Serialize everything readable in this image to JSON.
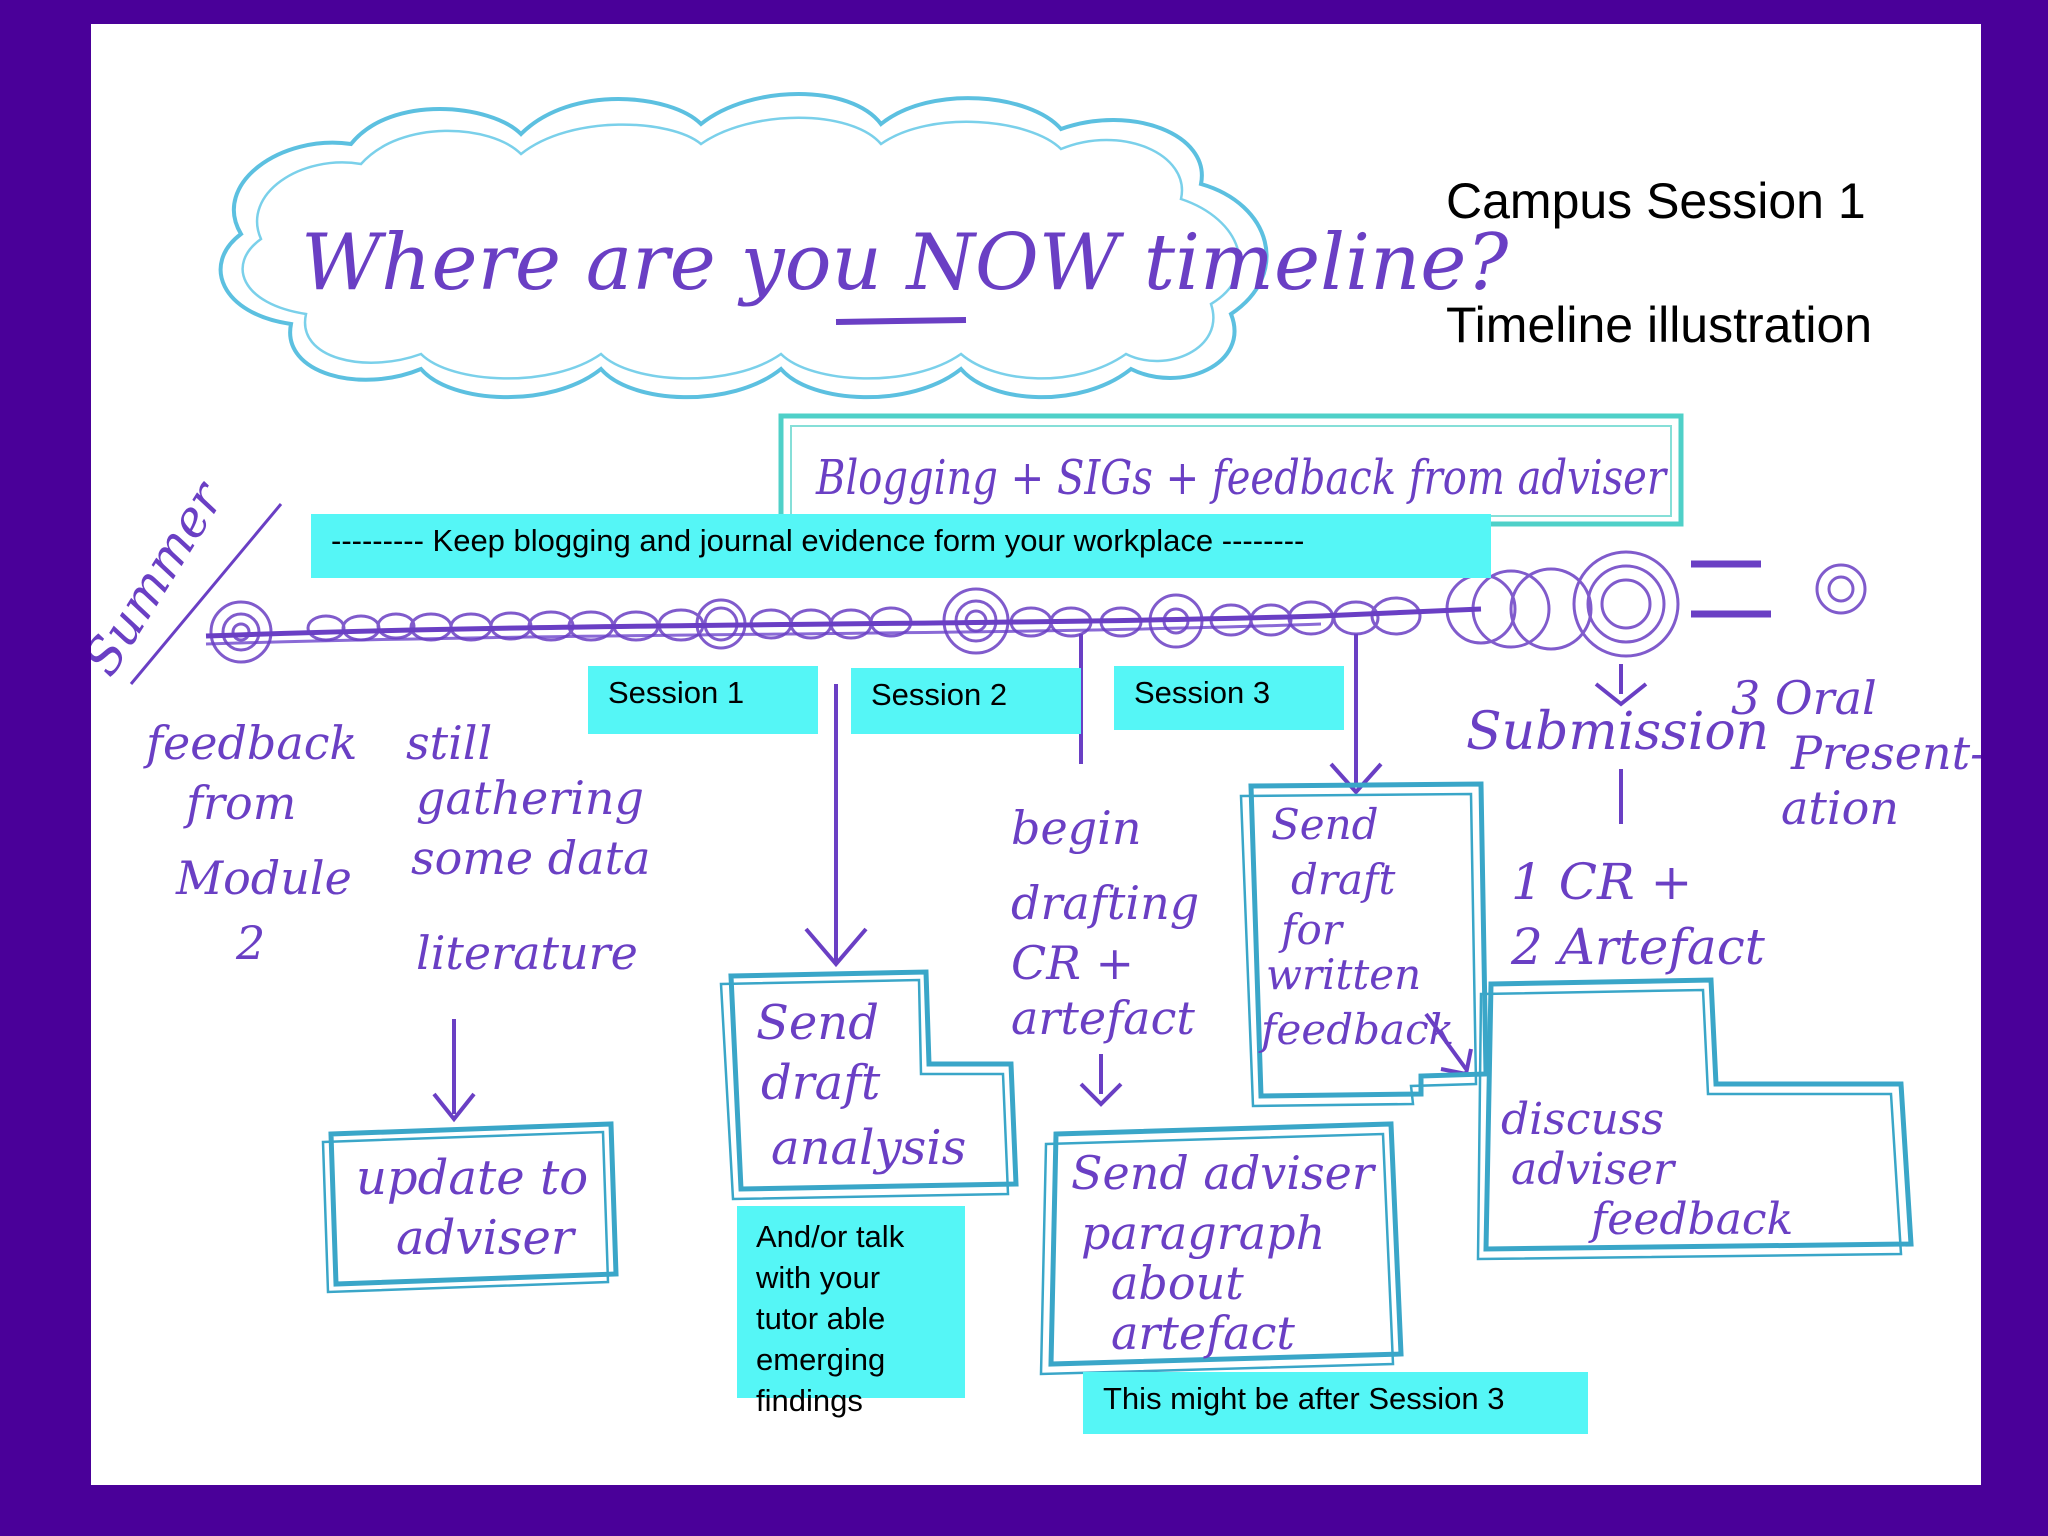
{
  "slide": {
    "caption_line1": "Campus Session 1",
    "caption_line2": "Timeline illustration"
  },
  "sketch": {
    "title": "Where are you NOW timeline?",
    "top_bar": "Blogging + SIGs + feedback from adviser",
    "side_label": "Summer",
    "notes": {
      "feedback": [
        "feedback",
        "from",
        "Module",
        "2"
      ],
      "gathering": [
        "still",
        "gathering",
        "some data",
        "literature"
      ],
      "drafting": [
        "begin",
        "drafting",
        "CR +",
        "artefact"
      ],
      "submission": "Submission",
      "oral": [
        "3 Oral",
        "Present-",
        "ation"
      ],
      "deliverables": [
        "1 CR +",
        "2 Artefact"
      ]
    },
    "boxes": {
      "update_adviser": [
        "update to",
        "adviser"
      ],
      "send_analysis": [
        "Send",
        "draft",
        "analysis"
      ],
      "send_paragraph": [
        "Send adviser",
        "paragraph",
        "about",
        "artefact"
      ],
      "send_written": [
        "Send",
        "draft",
        "for",
        "written",
        "feedback"
      ],
      "discuss": [
        "discuss",
        "adviser",
        "feedback"
      ]
    }
  },
  "labels": {
    "keep_blogging": "---------   Keep blogging and journal evidence form your workplace      --------",
    "session1": "Session 1",
    "session2": "Session 2",
    "session3": "Session 3",
    "tutor_note": "And/or talk with your tutor able emerging findings",
    "after_session3": "This might be after Session 3"
  },
  "colors": {
    "frame": "#4a0099",
    "label_fill": "#55f6f6",
    "ink_purple": "#6a3fc4",
    "ink_teal": "#3aa6c8"
  }
}
